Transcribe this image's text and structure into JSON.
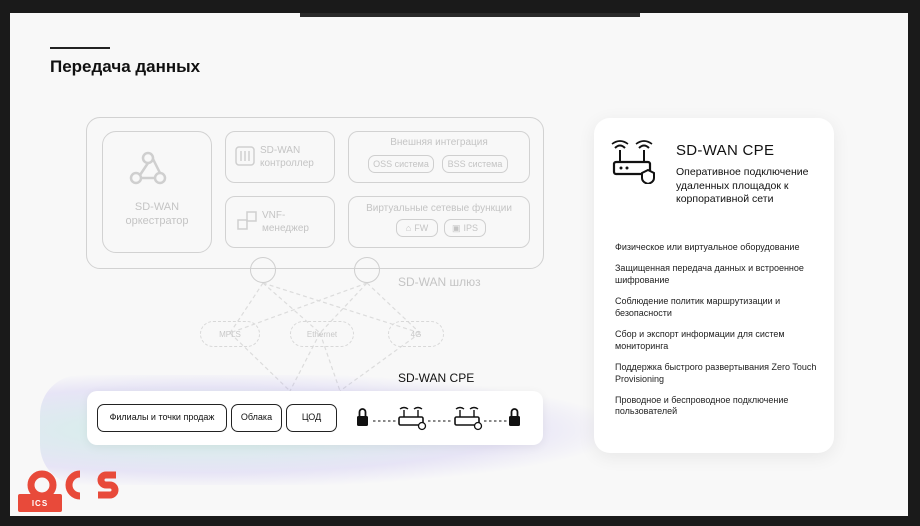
{
  "slide": {
    "title": "Передача данных"
  },
  "faded_diagram": {
    "orchestrator_label": "SD-WAN оркестратор",
    "controller_label": "SD-WAN контроллер",
    "vnf_manager_label": "VNF-менеджер",
    "external_integration_label": "Внешняя интеграция",
    "oss_label": "OSS система",
    "bss_label": "BSS система",
    "virtual_functions_label": "Виртуальные сетевые функции",
    "fw_label": "FW",
    "ips_label": "IPS",
    "gateway_label": "SD-WAN шлюз",
    "mpls_label": "MPLS",
    "ethernet_label": "Ethernet",
    "fourg_label": "4G"
  },
  "bottom_bar": {
    "cpe_caption": "SD-WAN CPE",
    "branches_label": "Филиалы и точки продаж",
    "clouds_label": "Облака",
    "dc_label": "ЦОД"
  },
  "card": {
    "icon": "router-icon",
    "title": "SD-WAN CPE",
    "subtitle": "Оперативное подключение удаленных площадок к корпоративной сети",
    "features": [
      "Физическое или виртуальное оборудование",
      "Защищенная передача данных и встроенное шифрование",
      "Соблюдение политик маршрутизации и безопасности",
      "Сбор и экспорт информации для систем мониторинга",
      "Поддержка быстрого развертывания Zero Touch Provisioning",
      "Проводное и беспроводное подключение пользователей"
    ]
  },
  "logo": {
    "text": "ICS",
    "badge": "ICS"
  },
  "colors": {
    "accent": "#e84a3a",
    "text": "#111111",
    "faded": "#cfcfcf"
  }
}
